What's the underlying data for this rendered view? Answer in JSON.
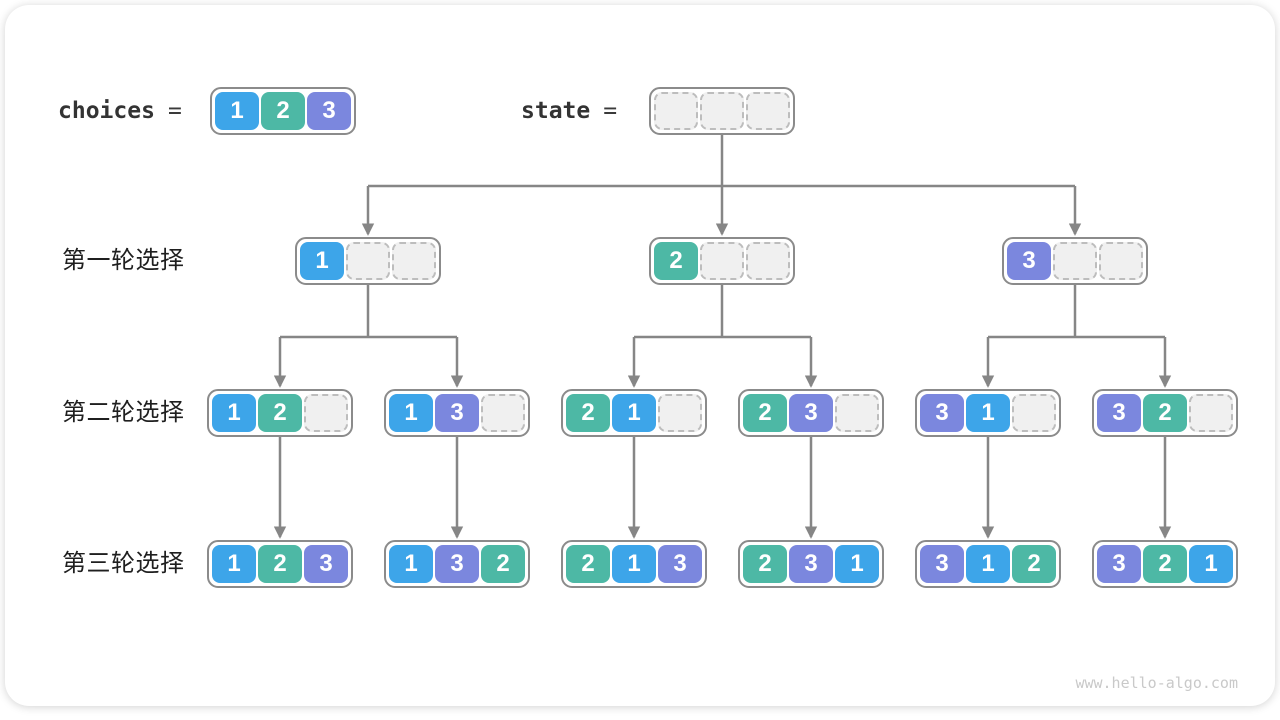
{
  "header": {
    "choices_label": "choices",
    "state_label": "state",
    "equals": "=",
    "choices_values": [
      "1",
      "2",
      "3"
    ],
    "state_slots": 3
  },
  "palette": {
    "1": "#3da5e9",
    "2": "#4db8a5",
    "3": "#7b87de",
    "empty_fill": "#f0f0f0",
    "empty_border": "#bdbdbd",
    "node_border": "#8b8b8b",
    "arrow": "#868686",
    "text_dark": "#333333",
    "watermark": "#c9c9c9"
  },
  "rows": [
    {
      "label": "第一轮选择",
      "nodes": [
        [
          "1",
          null,
          null
        ],
        [
          "2",
          null,
          null
        ],
        [
          "3",
          null,
          null
        ]
      ]
    },
    {
      "label": "第二轮选择",
      "nodes": [
        [
          "1",
          "2",
          null
        ],
        [
          "1",
          "3",
          null
        ],
        [
          "2",
          "1",
          null
        ],
        [
          "2",
          "3",
          null
        ],
        [
          "3",
          "1",
          null
        ],
        [
          "3",
          "2",
          null
        ]
      ]
    },
    {
      "label": "第三轮选择",
      "nodes": [
        [
          "1",
          "2",
          "3"
        ],
        [
          "1",
          "3",
          "2"
        ],
        [
          "2",
          "1",
          "3"
        ],
        [
          "2",
          "3",
          "1"
        ],
        [
          "3",
          "1",
          "2"
        ],
        [
          "3",
          "2",
          "1"
        ]
      ]
    }
  ],
  "watermark": "www.hello-algo.com"
}
